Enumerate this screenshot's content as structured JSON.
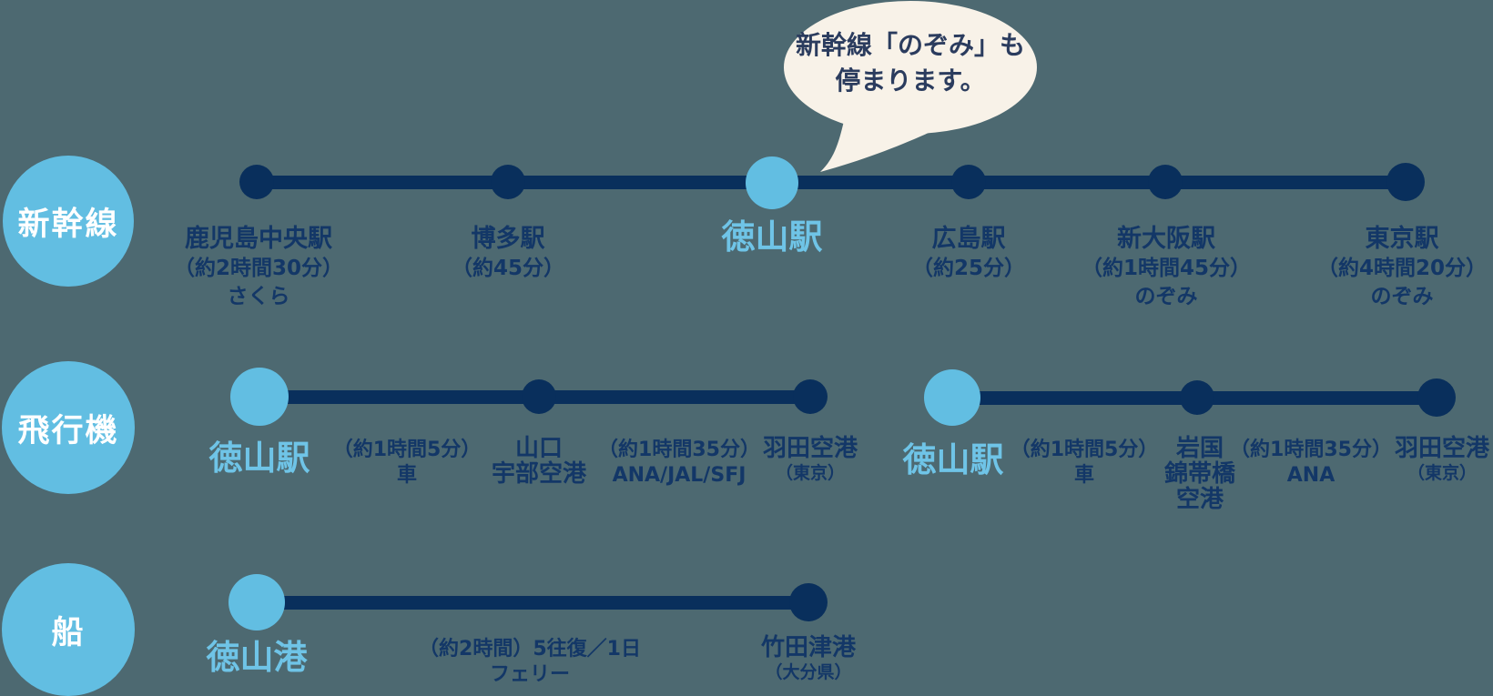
{
  "colors": {
    "background": "#4d6971",
    "navy": "#092f5c",
    "text_navy": "#133767",
    "light_blue": "#62bee2",
    "highlight_text": "#6fc4e7",
    "bubble_cream": "#f8f2e8",
    "white": "#ffffff"
  },
  "bubble": {
    "line1": "新幹線「のぞみ」も",
    "line2": "停まります。"
  },
  "modes": [
    {
      "label": "新幹線"
    },
    {
      "label": "飛行機"
    },
    {
      "label": "船"
    }
  ],
  "shinkansen": {
    "stops": [
      {
        "name": "鹿児島中央駅",
        "time": "（約2時間30分）",
        "train": "さくら"
      },
      {
        "name": "博多駅",
        "time": "（約45分）"
      },
      {
        "name": "徳山駅"
      },
      {
        "name": "広島駅",
        "time": "（約25分）"
      },
      {
        "name": "新大阪駅",
        "time": "（約1時間45分）",
        "train": "のぞみ"
      },
      {
        "name": "東京駅",
        "time": "（約4時間20分）",
        "train": "のぞみ"
      }
    ]
  },
  "airplane": {
    "route1": {
      "origin": "徳山駅",
      "leg1_time": "（約1時間5分）",
      "leg1_via": "車",
      "mid_line1": "山口",
      "mid_line2": "宇部空港",
      "leg2_time": "（約1時間35分）",
      "leg2_via": "ANA/JAL/SFJ",
      "dest_name": "羽田空港",
      "dest_note": "（東京）"
    },
    "route2": {
      "origin": "徳山駅",
      "leg1_time": "（約1時間5分）",
      "leg1_via": "車",
      "mid_line1": "岩国",
      "mid_line2": "錦帯橋",
      "mid_line3": "空港",
      "leg2_time": "（約1時間35分）",
      "leg2_via": "ANA",
      "dest_name": "羽田空港",
      "dest_note": "（東京）"
    }
  },
  "ship": {
    "origin": "徳山港",
    "leg_line1": "（約2時間）5往復／1日",
    "leg_line2": "フェリー",
    "dest_name": "竹田津港",
    "dest_note": "（大分県）"
  }
}
